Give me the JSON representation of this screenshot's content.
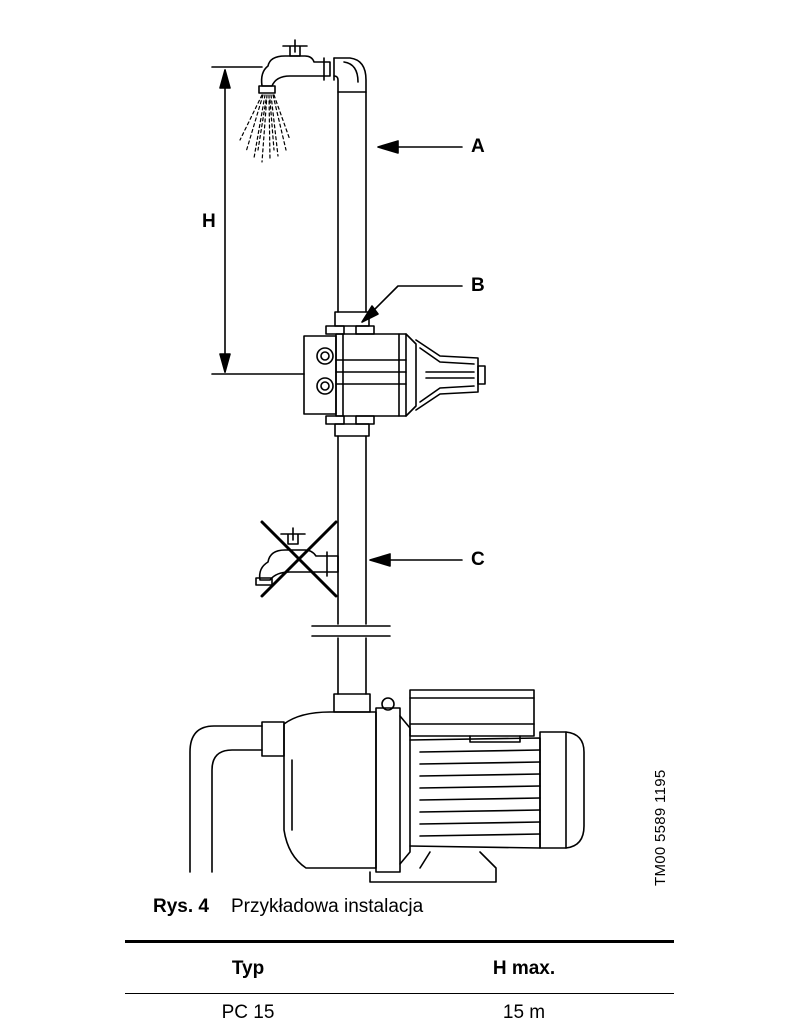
{
  "labels": {
    "a": "A",
    "b": "B",
    "c": "C",
    "h": "H"
  },
  "document_code": "TM00 5589 1195",
  "caption": {
    "number": "Rys. 4",
    "text": "Przykładowa instalacja"
  },
  "table": {
    "headers": [
      "Typ",
      "H max."
    ],
    "rows": [
      [
        "PC 15",
        "15 m"
      ]
    ]
  }
}
